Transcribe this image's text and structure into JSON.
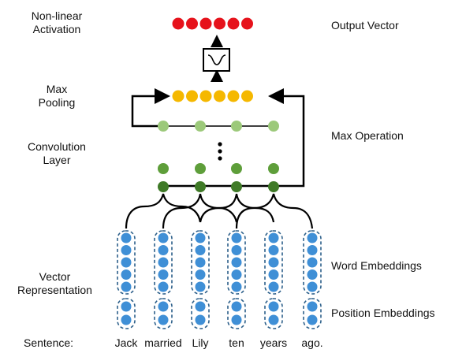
{
  "labels": {
    "activation_line1": "Non-linear",
    "activation_line2": "Activation",
    "pooling_line1": "Max",
    "pooling_line2": "Pooling",
    "convolution_line1": "Convolution",
    "convolution_line2": "Layer",
    "vector_line1": "Vector",
    "vector_line2": "Representation",
    "sentence": "Sentence:",
    "output_vector": "Output Vector",
    "max_operation": "Max Operation",
    "word_embeddings": "Word Embeddings",
    "position_embeddings": "Position Embeddings"
  },
  "sentence_words": [
    "Jack",
    "married",
    "Lily",
    "ten",
    "years",
    "ago."
  ],
  "colors": {
    "output": "#e6121b",
    "pooled": "#f5b800",
    "conv_light": "#9cc97a",
    "conv_mid": "#5e9e3a",
    "conv_dark": "#3f7a27",
    "embedding": "#3f8fd6",
    "dash_box": "#2c5f8a"
  },
  "counts": {
    "output_nodes": 6,
    "pooled_nodes": 6,
    "word_embedding_dim": 5,
    "position_embedding_dim": 2
  }
}
